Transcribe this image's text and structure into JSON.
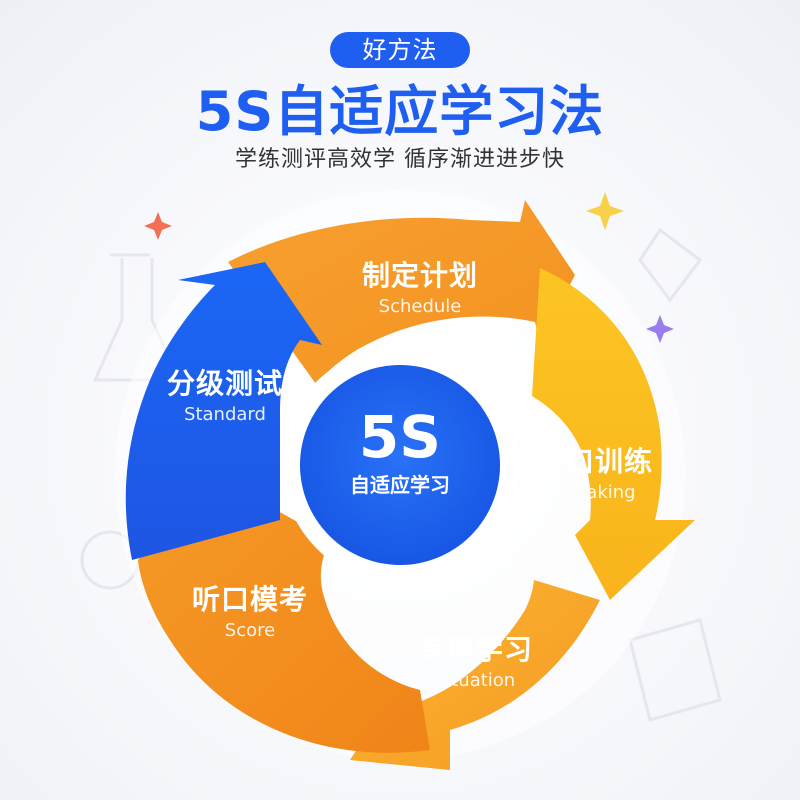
{
  "header": {
    "badge": "好方法",
    "title": "5S自适应学习法",
    "subtitle": "学练测评高效学 循序渐进进步快"
  },
  "center": {
    "big": "5S",
    "small": "自适应学习"
  },
  "steps": [
    {
      "cn": "制定计划",
      "en": "Schedule",
      "color": "#f5a023"
    },
    {
      "cn": "听口训练",
      "en": "speaking",
      "color": "#fbc11f"
    },
    {
      "cn": "专项学习",
      "en": "Situation",
      "color": "#f7a92c"
    },
    {
      "cn": "听口模考",
      "en": "Score",
      "color": "#f39a26"
    },
    {
      "cn": "分级测试",
      "en": "Standard",
      "color": "#1f63f0"
    }
  ],
  "colors": {
    "accent_blue": "#1e5ef0",
    "center_blue": "#1a63f0"
  }
}
